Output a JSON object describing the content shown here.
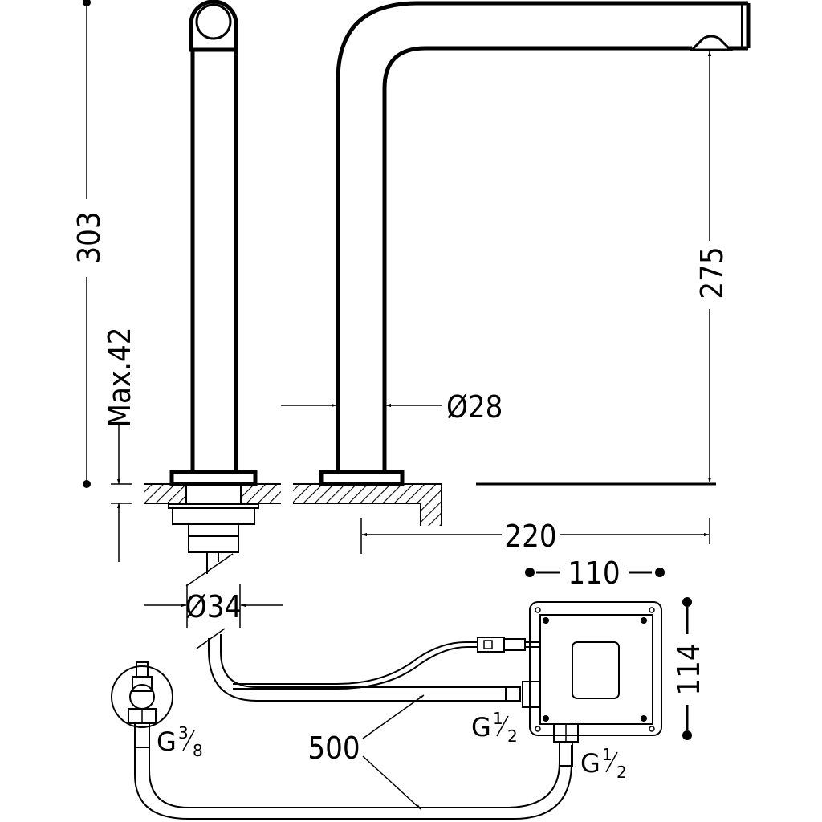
{
  "drawing": {
    "subject": "Electronic basin tap with remote control box",
    "colors": {
      "line": "#000000",
      "background": "#ffffff"
    },
    "dimensions": {
      "total_height": "303",
      "spout_height": "275",
      "max_deck_thickness": "Max.42",
      "spout_diameter": "Ø28",
      "base_diameter": "Ø34",
      "spout_reach": "220",
      "box_width": "110",
      "box_height": "114",
      "hose_length": "500"
    },
    "connections": {
      "supply_valve": {
        "prefix": "G",
        "num": "3",
        "den": "8"
      },
      "box_inlet_side": {
        "prefix": "G",
        "num": "1",
        "den": "2"
      },
      "box_inlet_bottom": {
        "prefix": "G",
        "num": "1",
        "den": "2"
      }
    }
  }
}
